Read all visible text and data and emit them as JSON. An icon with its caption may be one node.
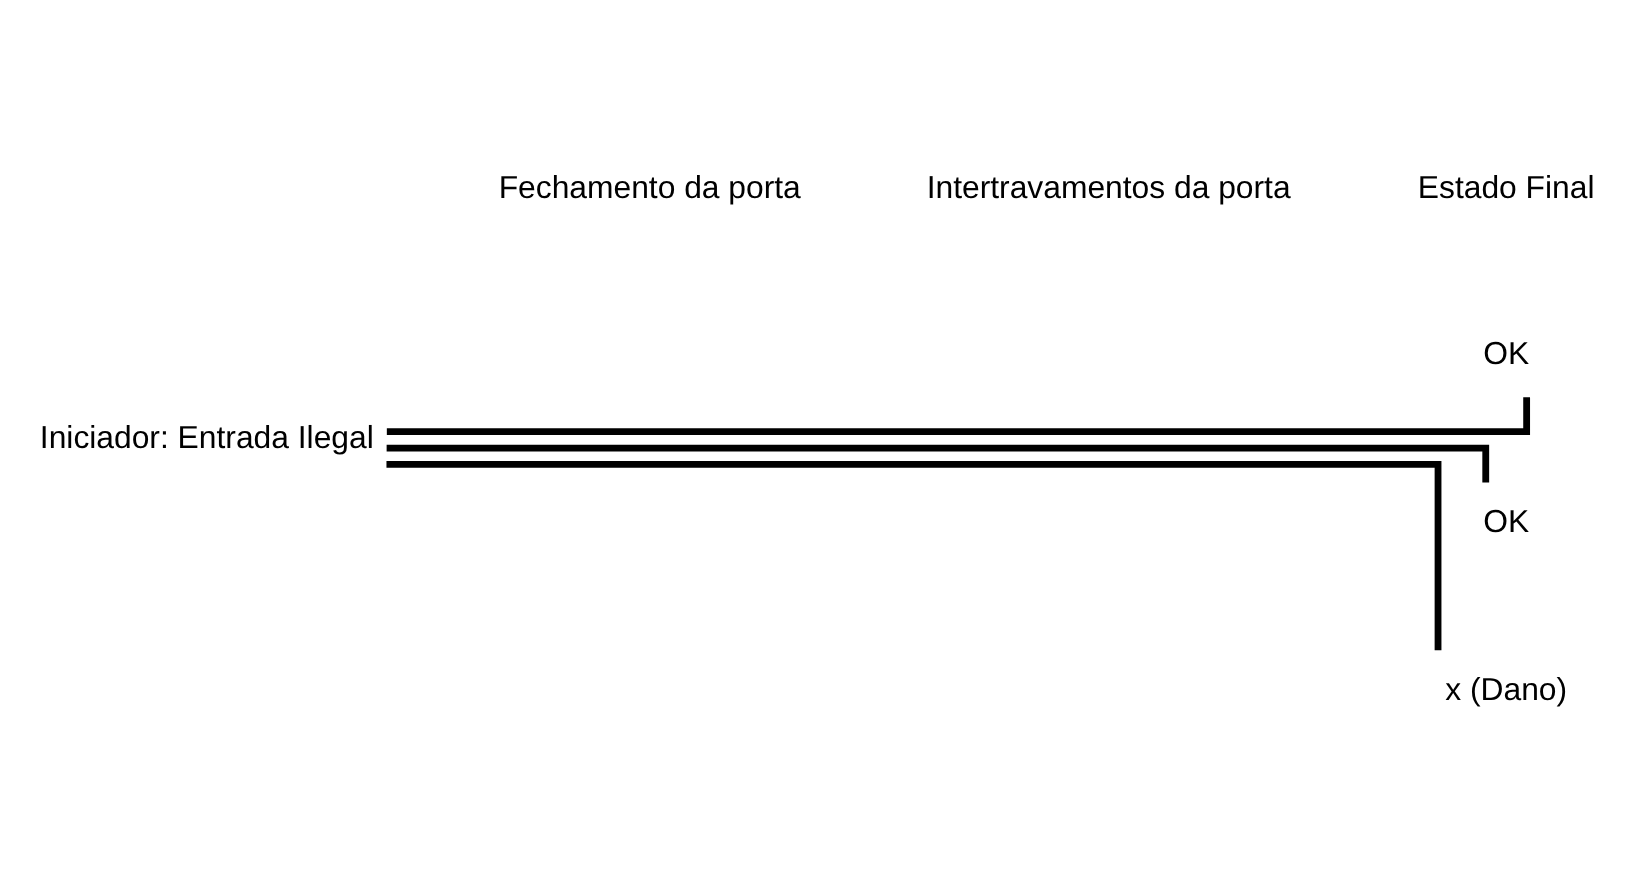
{
  "diagram": {
    "nodes": [
      {
        "text": [
          "Iniciador: Entrada Ilegal"
        ]
      },
      {
        "text": [
          "OK"
        ]
      },
      {
        "text": [
          "OK"
        ]
      },
      {
        "text": [
          "x (Dano)"
        ]
      }
    ],
    "edges": [
      {
        "from": 0,
        "to": 1,
        "arrow": "none"
      },
      {
        "from": 0,
        "to": 2,
        "arrow": "none"
      },
      {
        "from": 0,
        "to": 3,
        "arrow": "none"
      }
    ],
    "labels": [
      "Fechamento da porta",
      "Intertravamentos da porta",
      "Estado Final"
    ]
  }
}
